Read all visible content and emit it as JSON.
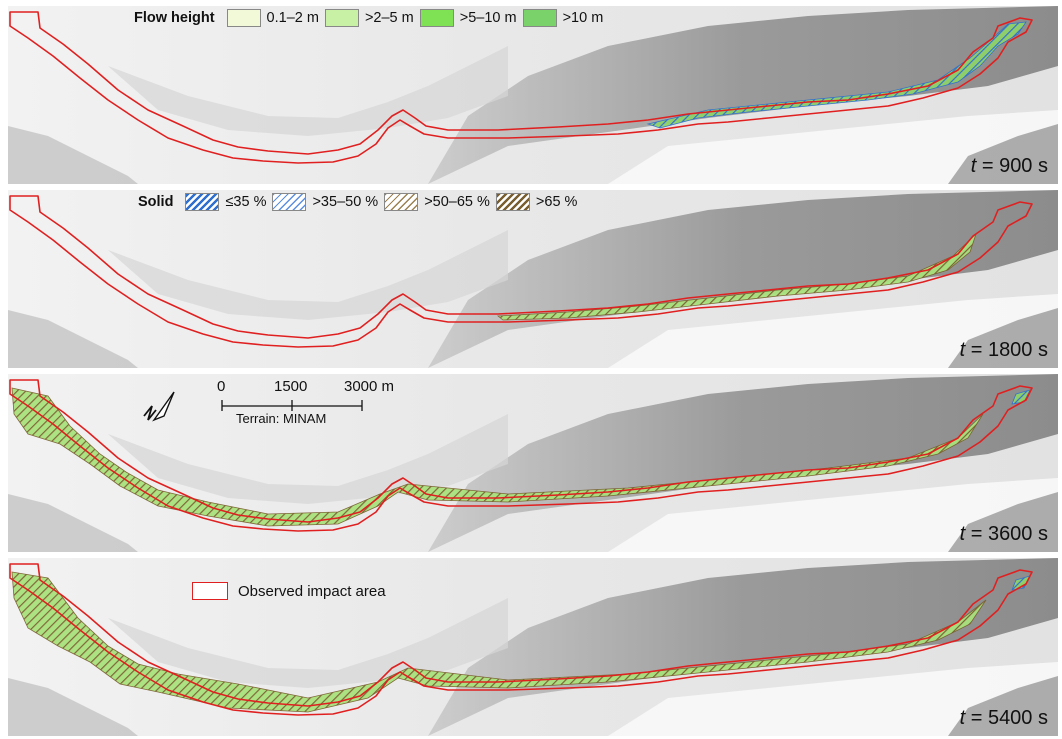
{
  "legend_flow": {
    "title": "Flow height",
    "items": [
      {
        "label": "0.1–2 m",
        "color": "#f1f9d8"
      },
      {
        "label": ">2–5 m",
        "color": "#c8f1a6"
      },
      {
        "label": ">5–10 m",
        "color": "#7fe255"
      },
      {
        "label": ">10 m",
        "color": "#79d36a"
      }
    ]
  },
  "legend_solid": {
    "title": "Solid",
    "items": [
      {
        "label": "≤35 %",
        "color": "#2f6fd0",
        "style": "dense"
      },
      {
        "label": ">35–50 %",
        "color": "#5c8fe0",
        "style": "light"
      },
      {
        "label": ">50–65 %",
        "color": "#9c8050",
        "style": "light"
      },
      {
        "label": ">65 %",
        "color": "#7a6030",
        "style": "dense"
      }
    ]
  },
  "scale": {
    "ticks": [
      "0",
      "1500",
      "3000 m"
    ],
    "source": "Terrain: MINAM"
  },
  "observed_label": "Observed impact area",
  "colors": {
    "observed_outline": "#e02020",
    "terrain_light": "#eeeeee",
    "terrain_dark": "#8d8d8d"
  },
  "panels": [
    {
      "t_symbol": "t",
      "time_text": "= 900 s",
      "time_s": 900
    },
    {
      "t_symbol": "t",
      "time_text": "= 1800 s",
      "time_s": 1800
    },
    {
      "t_symbol": "t",
      "time_text": "= 3600 s",
      "time_s": 3600
    },
    {
      "t_symbol": "t",
      "time_text": "= 5400 s",
      "time_s": 5400
    }
  ]
}
